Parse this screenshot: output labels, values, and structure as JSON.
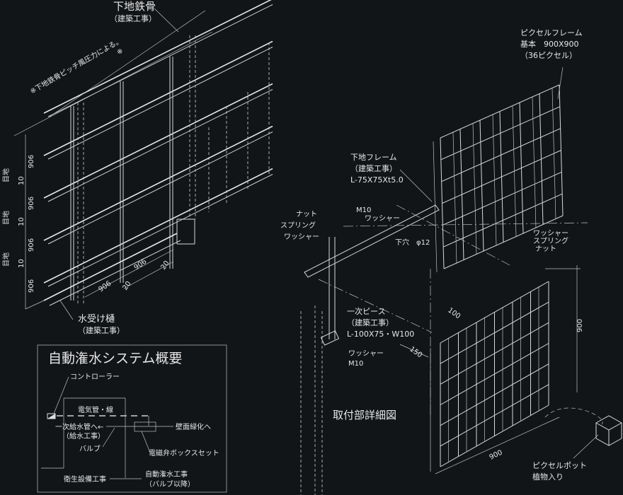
{
  "labels": {
    "steel_frame": "下地鉄骨",
    "steel_frame_note": "（建築工事）",
    "pitch_note": "※下地鉄骨ピッチ風圧力による。",
    "asterisk": "※",
    "joint": "目地",
    "gutter": "水受け樋",
    "gutter_note": "（建築工事）",
    "pixel_frame": "ピクセルフレーム",
    "pixel_frame_size": "基本　900X900",
    "pixel_frame_count": "（36ピクセル）",
    "sub_frame": "下地フレーム",
    "sub_frame_note": "（建築工事）",
    "sub_frame_spec": "L-75X75Xt5.0",
    "nut": "ナット",
    "spring": "スプリング",
    "washer": "ワッシャー",
    "m10": "M10",
    "hole": "下穴　φ12",
    "primary_piece": "一次ピース",
    "primary_piece_note": "（建築工事）",
    "primary_piece_spec": "L-100X75・W100",
    "detail_title": "取付部詳細図",
    "pixel_pot": "ピクセルポット",
    "pixel_pot_note": "植物入り"
  },
  "dimensions": {
    "panel": "906",
    "joint": "10",
    "gap": "20",
    "frame_width": "900",
    "frame_height": "900",
    "depth": "150",
    "piece": "100"
  },
  "system": {
    "title": "自動潅水システム概要",
    "controller": "コントローラー",
    "electric": "電気管・線",
    "supply": "一次給水管へ←",
    "supply_note": "（給水工事）",
    "valve": "バルブ",
    "solenoid": "電磁弁ボックスセット",
    "to_wall": "壁面緑化へ",
    "sanitary": "衛生設備工事",
    "auto_irrigation": "自動潅水工事",
    "auto_irrigation_note": "（バルブ以降）"
  }
}
